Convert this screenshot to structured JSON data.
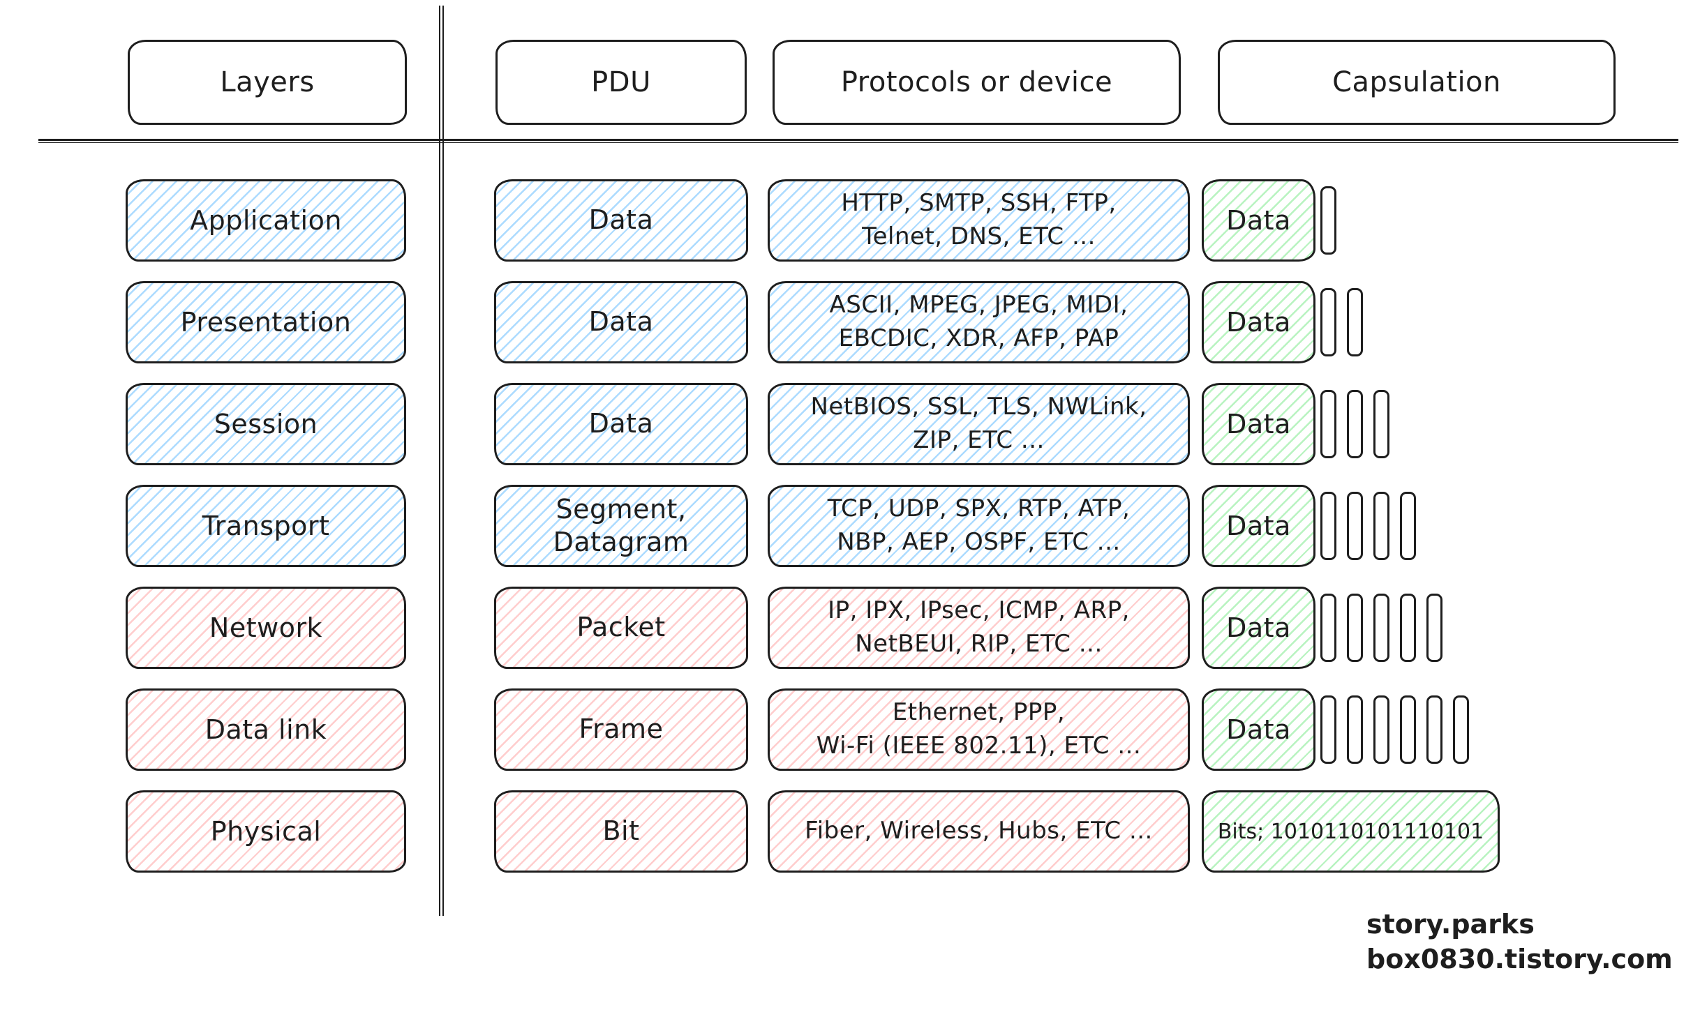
{
  "header": {
    "layers": "Layers",
    "pdu": "PDU",
    "protocols": "Protocols or device",
    "capsulation": "Capsulation"
  },
  "rows": [
    {
      "layer": "Application",
      "pdu": "Data",
      "protocols": "HTTP, SMTP, SSH, FTP,\nTelnet, DNS, ETC ...",
      "capsulation": "Data",
      "bars": 1,
      "color_group": "blue"
    },
    {
      "layer": "Presentation",
      "pdu": "Data",
      "protocols": "ASCII, MPEG, JPEG, MIDI,\nEBCDIC, XDR, AFP, PAP",
      "capsulation": "Data",
      "bars": 2,
      "color_group": "blue"
    },
    {
      "layer": "Session",
      "pdu": "Data",
      "protocols": "NetBIOS, SSL, TLS, NWLink,\nZIP, ETC ...",
      "capsulation": "Data",
      "bars": 3,
      "color_group": "blue"
    },
    {
      "layer": "Transport",
      "pdu": "Segment,\nDatagram",
      "protocols": "TCP, UDP, SPX, RTP, ATP,\nNBP, AEP, OSPF, ETC ...",
      "capsulation": "Data",
      "bars": 4,
      "color_group": "blue"
    },
    {
      "layer": "Network",
      "pdu": "Packet",
      "protocols": "IP, IPX, IPsec, ICMP, ARP,\nNetBEUI, RIP, ETC ...",
      "capsulation": "Data",
      "bars": 5,
      "color_group": "red"
    },
    {
      "layer": "Data link",
      "pdu": "Frame",
      "protocols": "Ethernet, PPP,\nWi-Fi (IEEE 802.11), ETC ...",
      "capsulation": "Data",
      "bars": 6,
      "color_group": "red"
    },
    {
      "layer": "Physical",
      "pdu": "Bit",
      "protocols": "Fiber, Wireless, Hubs, ETC ...",
      "capsulation": "Bits; 1010110101110101",
      "bars": 0,
      "color_group": "red"
    }
  ],
  "footer": {
    "credit_line1": "story.parks",
    "credit_line2": "box0830.tistory.com"
  },
  "colors": {
    "stroke": "#1e1e1e",
    "blue_fill": "#a5d8ff",
    "red_fill": "#ffc9c9",
    "green_fill": "#b2f2bb",
    "background": "#ffffff"
  }
}
